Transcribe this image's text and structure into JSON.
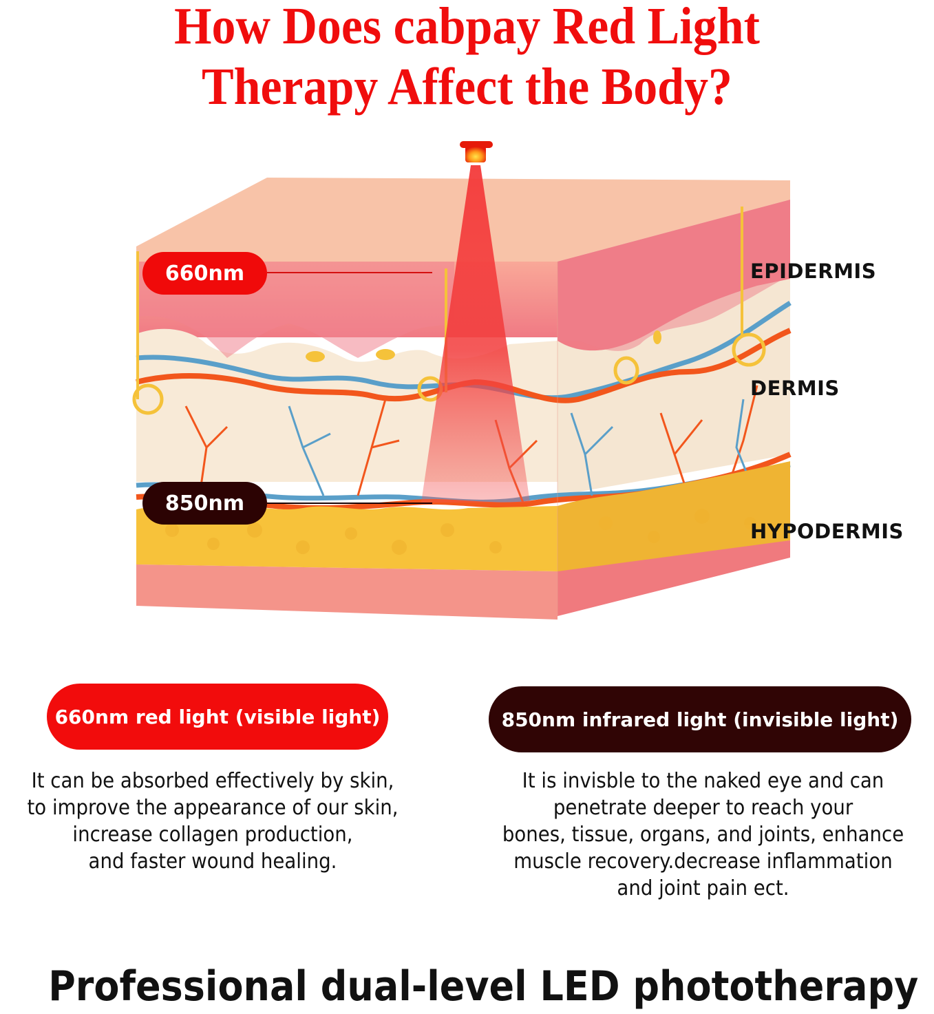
{
  "title": {
    "line1": "How Does cabpay Red Light",
    "line2": "Therapy Affect the Body?",
    "color": "#f00d0d"
  },
  "diagram": {
    "light_source_icon": "led-lamp-icon",
    "beam_color": "#f23a3a",
    "wavelength_markers": [
      {
        "label": "660nm",
        "color": "#f00a0a",
        "depth": "epidermis"
      },
      {
        "label": "850nm",
        "color": "#2c0303",
        "depth": "hypodermis"
      }
    ],
    "layers": [
      {
        "label": "EPIDERMIS",
        "color": "#f27a82"
      },
      {
        "label": "DERMIS",
        "color": "#f7e9d6"
      },
      {
        "label": "HYPODERMIS",
        "color": "#f5c03a"
      }
    ],
    "vessel_colors": {
      "artery": "#f2561c",
      "vein": "#5a9fc9"
    }
  },
  "comparison": [
    {
      "pill_label": "660nm red light (visible light)",
      "pill_color": "#f20c0c",
      "description_lines": [
        "It can be absorbed effectively by skin,",
        "to improve the appearance of our skin,",
        "increase collagen production,",
        "and faster wound healing."
      ]
    },
    {
      "pill_label": "850nm infrared light (invisible light)",
      "pill_color": "#300505",
      "description_lines": [
        "It is invisble to the naked eye and can",
        "penetrate deeper to reach your",
        "bones, tissue, organs, and joints, enhance",
        "muscle recovery.decrease inflammation",
        "and joint pain ect."
      ]
    }
  ],
  "footer": {
    "tagline": "Professional dual-level LED phototherapy"
  }
}
